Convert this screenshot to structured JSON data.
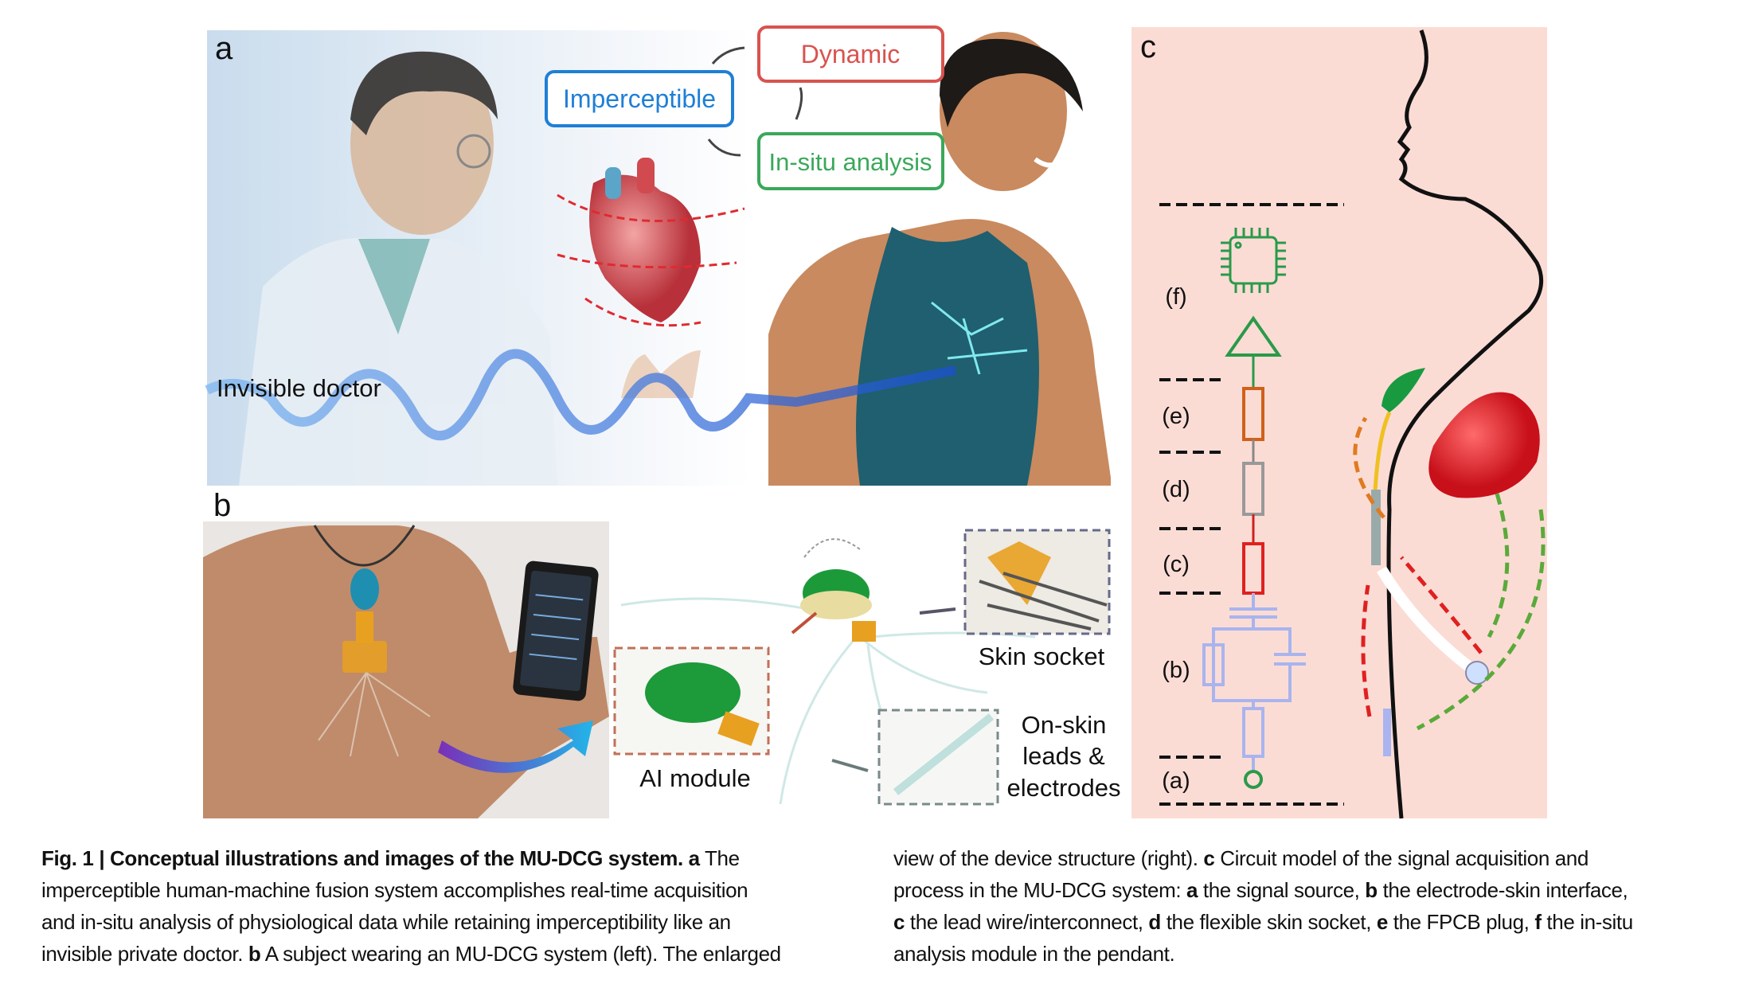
{
  "panel_a": {
    "label": "a",
    "boxes": {
      "imperceptible": "Imperceptible",
      "dynamic": "Dynamic",
      "in_situ": "In-situ analysis"
    },
    "doctor_label": "Invisible doctor"
  },
  "panel_b": {
    "label": "b",
    "ai_module": "AI module",
    "skin_socket": "Skin socket",
    "on_skin": [
      "On-skin",
      "leads &",
      "electrodes"
    ]
  },
  "panel_c": {
    "label": "c",
    "stages": [
      "(f)",
      "(e)",
      "(d)",
      "(c)",
      "(b)",
      "(a)"
    ]
  },
  "colors": {
    "imperceptible": "#1f7fd6",
    "dynamic": "#d9534f",
    "in_situ": "#3aa85a",
    "panel_c_bg": "#fbdcd5"
  },
  "caption": {
    "left": [
      [
        {
          "t": "Fig. 1 | Conceptual illustrations and images of the MU-DCG system. a",
          "b": true
        },
        {
          "t": " The",
          "b": false
        }
      ],
      [
        {
          "t": "imperceptible human-machine fusion system accomplishes real-time acquisition",
          "b": false
        }
      ],
      [
        {
          "t": "and in-situ analysis of physiological data while retaining imperceptibility like an",
          "b": false
        }
      ],
      [
        {
          "t": "invisible private doctor. ",
          "b": false
        },
        {
          "t": "b",
          "b": true
        },
        {
          "t": " A subject wearing an MU-DCG system (left). The enlarged",
          "b": false
        }
      ]
    ],
    "right": [
      [
        {
          "t": "view of the device structure (right). ",
          "b": false
        },
        {
          "t": "c",
          "b": true
        },
        {
          "t": " Circuit model of the signal acquisition and",
          "b": false
        }
      ],
      [
        {
          "t": "process in the MU-DCG system: ",
          "b": false
        },
        {
          "t": "a",
          "b": true
        },
        {
          "t": " the signal source, ",
          "b": false
        },
        {
          "t": "b",
          "b": true
        },
        {
          "t": " the electrode-skin interface,",
          "b": false
        }
      ],
      [
        {
          "t": "c",
          "b": true
        },
        {
          "t": " the lead wire/interconnect, ",
          "b": false
        },
        {
          "t": "d",
          "b": true
        },
        {
          "t": " the flexible skin socket, ",
          "b": false
        },
        {
          "t": "e",
          "b": true
        },
        {
          "t": " the FPCB plug, ",
          "b": false
        },
        {
          "t": "f",
          "b": true
        },
        {
          "t": " the in-situ",
          "b": false
        }
      ],
      [
        {
          "t": "analysis module in the pendant.",
          "b": false
        }
      ]
    ]
  }
}
